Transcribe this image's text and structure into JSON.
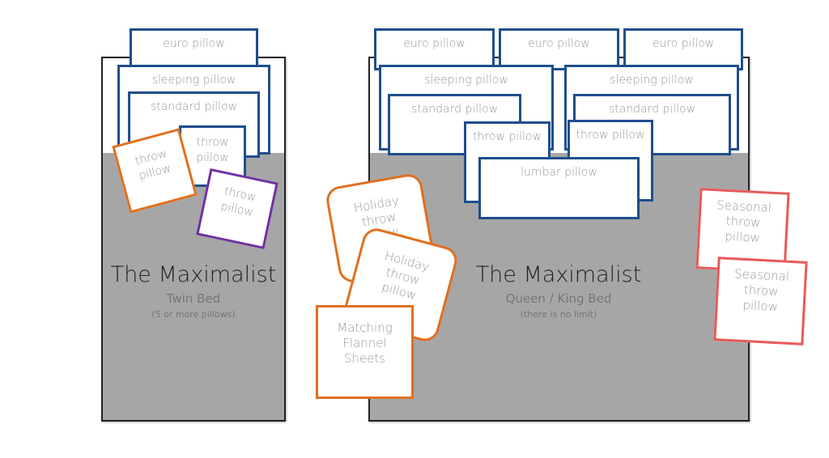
{
  "twin": {
    "euro": "euro pillow",
    "sleeping": "sleeping pillow",
    "standard": "standard pillow",
    "throw_blue": "throw pillow",
    "throw_orange": "throw pillow",
    "throw_purple": "throw pillow",
    "title": "The Maximalist",
    "subtitle": "Twin Bed",
    "note": "(5 or more pillows)"
  },
  "queen": {
    "euro": [
      "euro pillow",
      "euro pillow",
      "euro pillow"
    ],
    "sleeping": [
      "sleeping pillow",
      "sleeping pillow"
    ],
    "standard": [
      "standard pillow",
      "standard pillow"
    ],
    "throw": [
      "throw pillow",
      "throw pillow"
    ],
    "lumbar": "lumbar pillow",
    "holiday": [
      "Holiday throw pillow",
      "Holiday throw pillow"
    ],
    "sheets": "Matching Flannel Sheets",
    "seasonal": [
      "Seasonal throw pillow",
      "Seasonal throw pillow"
    ],
    "title": "The Maximalist",
    "subtitle": "Queen / King Bed",
    "note": "(there is no limit)"
  },
  "colors": {
    "blue": "#1f4e8c",
    "orange": "#e07020",
    "purple": "#7030a0",
    "coral": "#e85a5a",
    "mattress": "#a6a6a6"
  }
}
